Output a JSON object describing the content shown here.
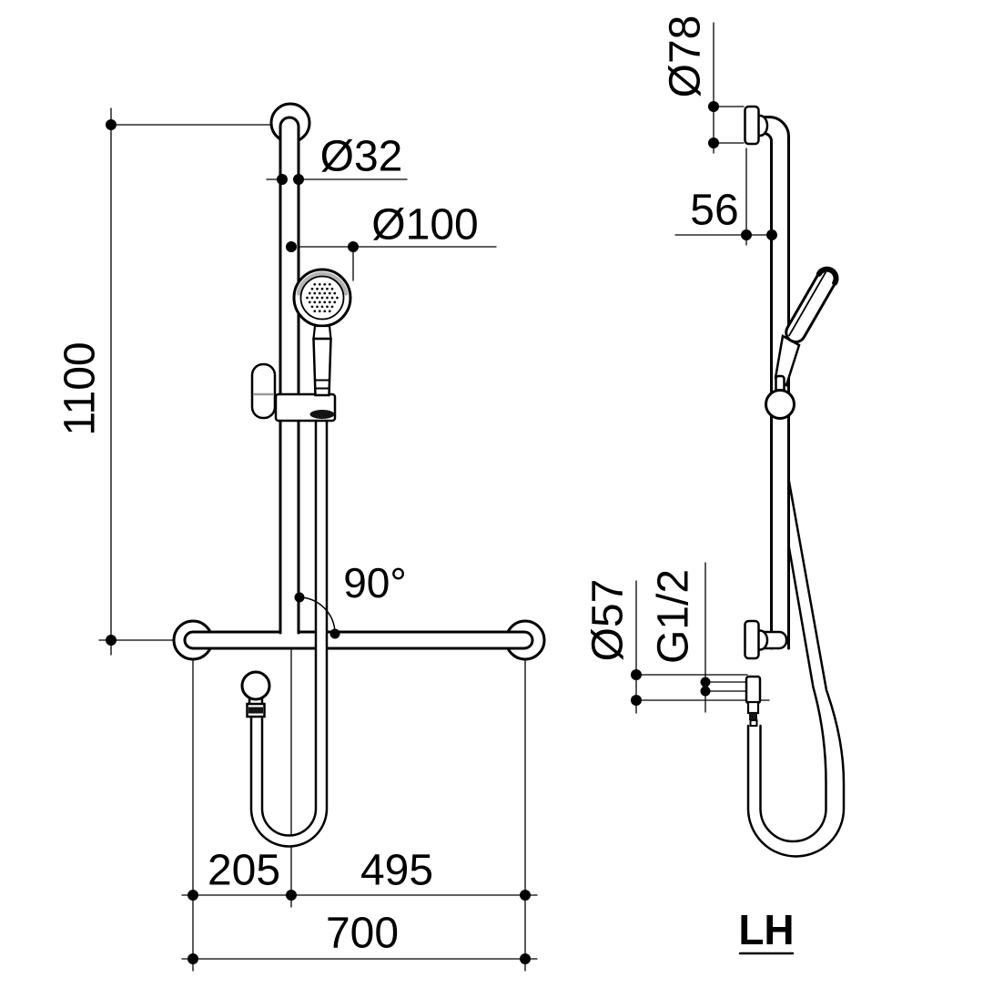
{
  "page": {
    "background": "#ffffff"
  },
  "drawing": {
    "front": {
      "dims": {
        "height": "1100",
        "rail_dia": "Ø32",
        "head_dia": "Ø100",
        "angle": "90°",
        "left_span": "205",
        "right_span": "495",
        "total_span": "700"
      }
    },
    "side": {
      "dims": {
        "flange_dia": "Ø78",
        "wall_offset": "56",
        "outlet_dia": "Ø57",
        "thread": "G1/2"
      },
      "orientation_label": "LH"
    },
    "colors": {
      "line": "#000000",
      "shade": "#b3b3b3",
      "dark_fill": "#141414"
    }
  }
}
